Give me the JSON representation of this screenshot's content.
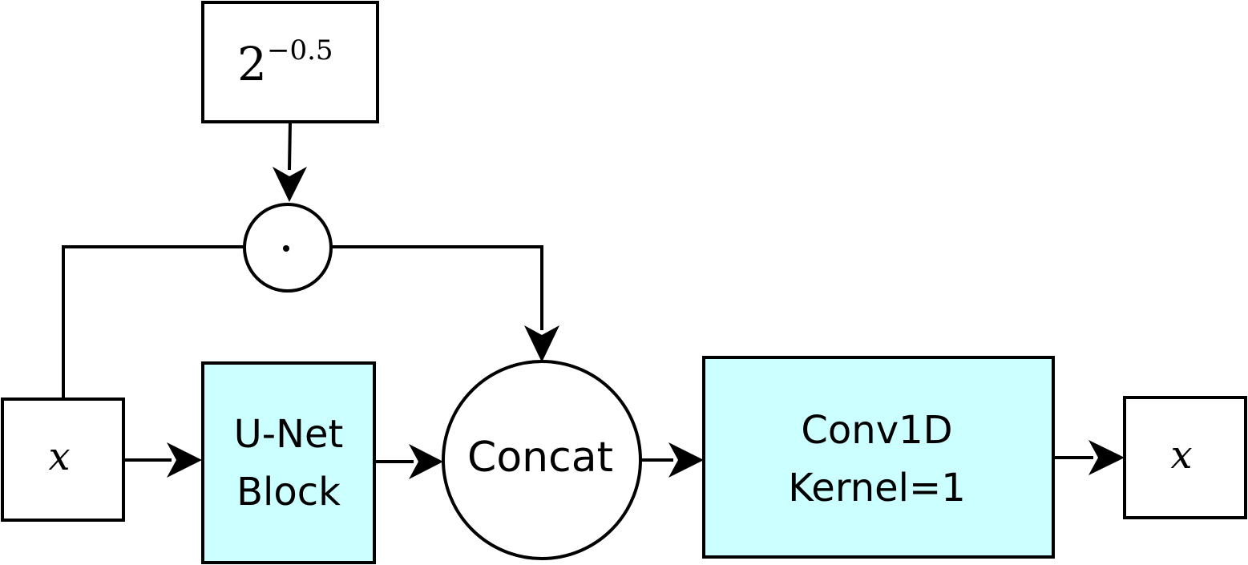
{
  "nodes": {
    "scale_base": "2",
    "scale_exponent": "−0.5",
    "multiply_symbol": "·",
    "input_var": "x",
    "unet_line1": "U-Net",
    "unet_line2": "Block",
    "concat_label": "Concat",
    "conv_line1": "Conv1D",
    "conv_line2": "Kernel=1",
    "output_var": "x"
  },
  "colors": {
    "block_fill": "#ccffff",
    "plain_fill": "#ffffff",
    "stroke": "#000000"
  }
}
